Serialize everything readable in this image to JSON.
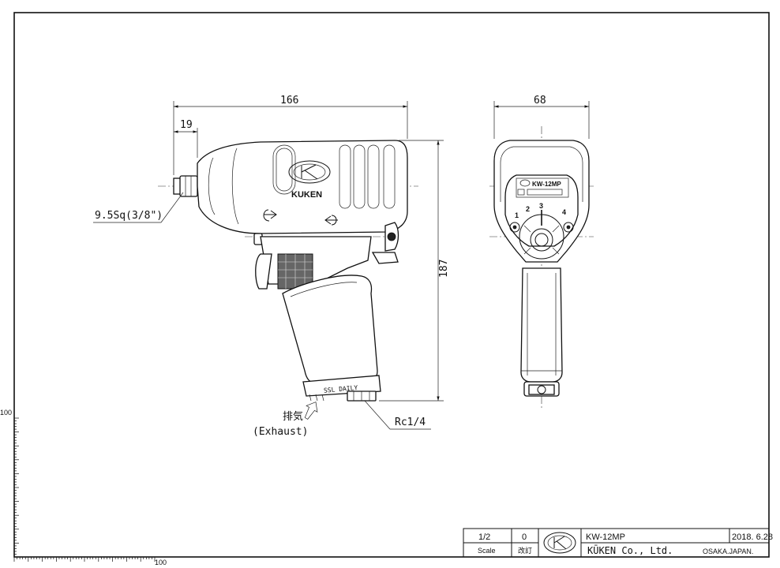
{
  "dimensions": {
    "length": "166",
    "anvil": "19",
    "height": "187",
    "width": "68",
    "square_drive": "9.5Sq(3/8\")",
    "air_inlet": "Rc1/4",
    "exhaust_jp": "排気",
    "exhaust_en": "(Exhaust)"
  },
  "tool_markings": {
    "brand": "KUKEN",
    "model_plate": "KW-12MP",
    "positions": [
      "1",
      "2",
      "3",
      "4"
    ],
    "ring_label": "SSL DAILY"
  },
  "title_block": {
    "scale_value": "1/2",
    "scale_label": "Scale",
    "revision_value": "0",
    "revision_label": "改訂",
    "model": "KW-12MP",
    "date": "2018. 6.28",
    "company": "KŪKEN Co., Ltd.",
    "location": "OSAKA.JAPAN."
  },
  "scales": {
    "vertical_label": "100",
    "horizontal_label": "100"
  }
}
